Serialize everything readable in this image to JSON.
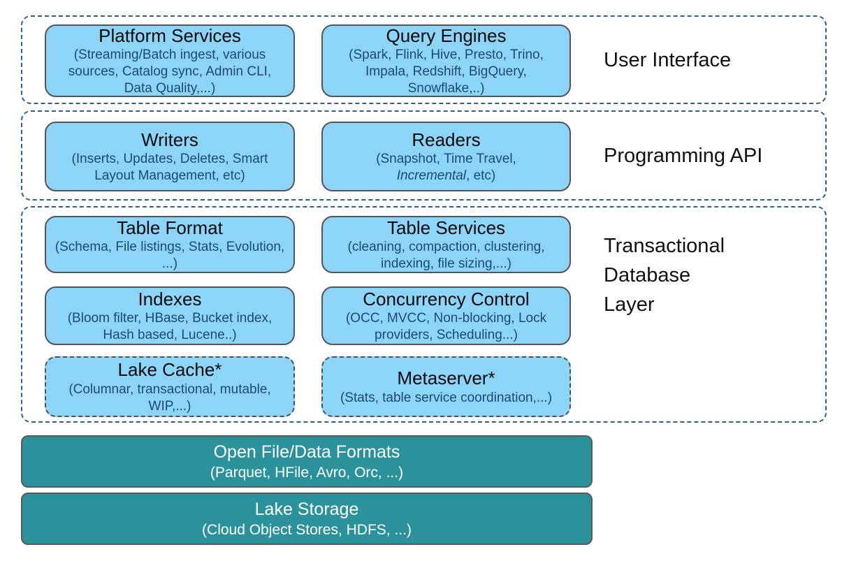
{
  "colors": {
    "layer_border": "#2c608f",
    "box_fill": "#8dd5f8",
    "box_border_solid": "#545454",
    "box_border_dashed": "#4f4f4f",
    "box_title_text": "#0a0a0a",
    "box_subtitle_text": "#1d4971",
    "teal_fill": "#2b919a",
    "teal_text": "#ffffff"
  },
  "sections": [
    {
      "label": "User Interface",
      "boxes": [
        {
          "title": "Platform Services",
          "subtitle": "(Streaming/Batch ingest, various sources, Catalog sync, Admin CLI, Data Quality,...)",
          "border": "solid"
        },
        {
          "title": "Query Engines",
          "subtitle": "(Spark, Flink, Hive, Presto, Trino, Impala, Redshift, BigQuery, Snowflake,..)",
          "border": "solid"
        }
      ]
    },
    {
      "label": "Programming API",
      "boxes": [
        {
          "title": "Writers",
          "subtitle": "(Inserts, Updates, Deletes, Smart Layout Management, etc)",
          "border": "solid"
        },
        {
          "title": "Readers",
          "subtitle_line1": "(Snapshot, Time Travel,",
          "subtitle_italic": "Incremental",
          "subtitle_suffix": ", etc)",
          "border": "solid"
        }
      ]
    },
    {
      "label": "Transactional\nDatabase\nLayer",
      "boxes": [
        {
          "title": "Table Format",
          "subtitle": "(Schema, File listings, Stats, Evolution, ...)",
          "border": "solid"
        },
        {
          "title": "Table Services",
          "subtitle": "(cleaning, compaction, clustering, indexing, file sizing,...)",
          "border": "solid"
        },
        {
          "title": "Indexes",
          "subtitle": "(Bloom filter, HBase, Bucket index, Hash based, Lucene..)",
          "border": "solid"
        },
        {
          "title": "Concurrency Control",
          "subtitle": "(OCC, MVCC, Non-blocking, Lock providers, Scheduling...)",
          "border": "solid"
        },
        {
          "title": "Lake Cache*",
          "subtitle": "(Columnar, transactional, mutable, WIP,...)",
          "border": "dashed"
        },
        {
          "title": "Metaserver*",
          "subtitle": "(Stats, table service coordination,...)",
          "border": "dashed"
        }
      ]
    }
  ],
  "foundation_boxes": [
    {
      "title": "Open File/Data Formats",
      "subtitle": "(Parquet, HFile, Avro, Orc, ...)"
    },
    {
      "title": "Lake Storage",
      "subtitle": "(Cloud Object Stores, HDFS, ...)"
    }
  ]
}
